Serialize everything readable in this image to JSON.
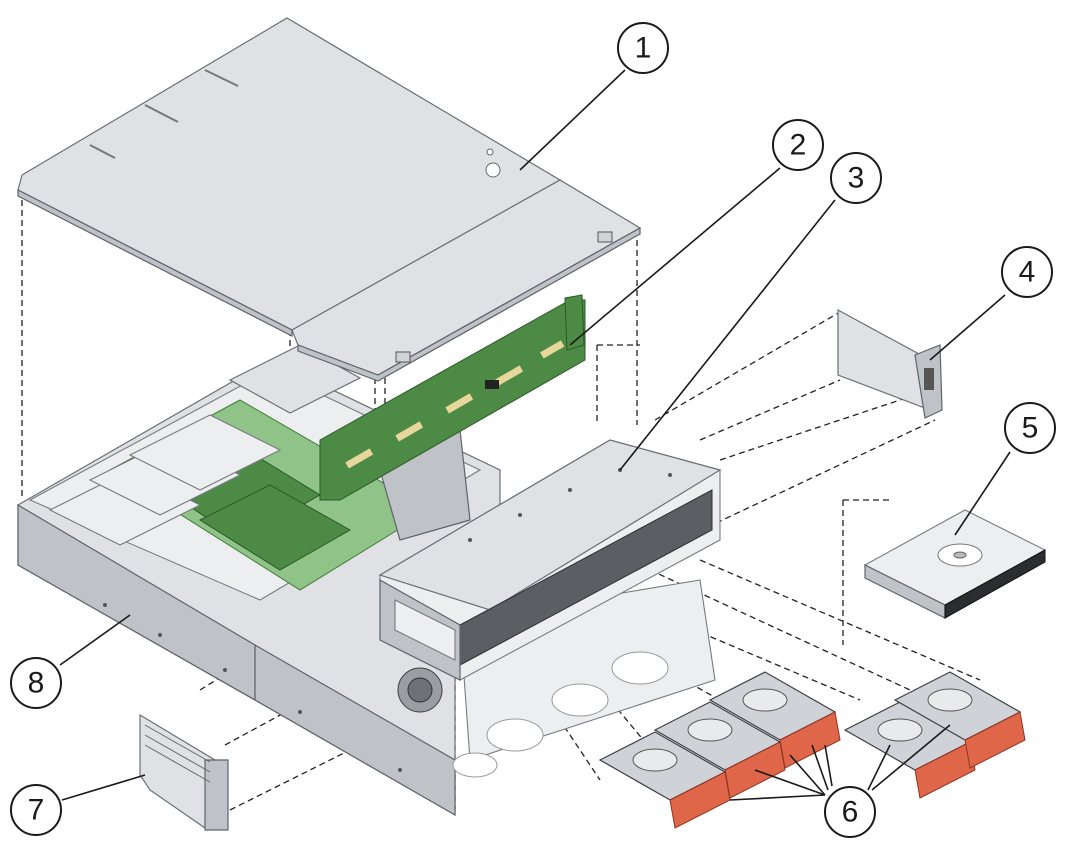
{
  "callouts": [
    {
      "label": "1",
      "part": "top-cover"
    },
    {
      "label": "2",
      "part": "disk-backplane"
    },
    {
      "label": "3",
      "part": "drive-cage"
    },
    {
      "label": "4",
      "part": "front-indicator-module"
    },
    {
      "label": "5",
      "part": "dvd-drive"
    },
    {
      "label": "6",
      "part": "hard-drives"
    },
    {
      "label": "7",
      "part": "front-bezel-panel"
    },
    {
      "label": "8",
      "part": "chassis"
    }
  ],
  "colors": {
    "line": "#1a1a1a",
    "metal": "#dfe1e4",
    "board": "#4d8a45",
    "drive_bezel": "#e0664a"
  }
}
